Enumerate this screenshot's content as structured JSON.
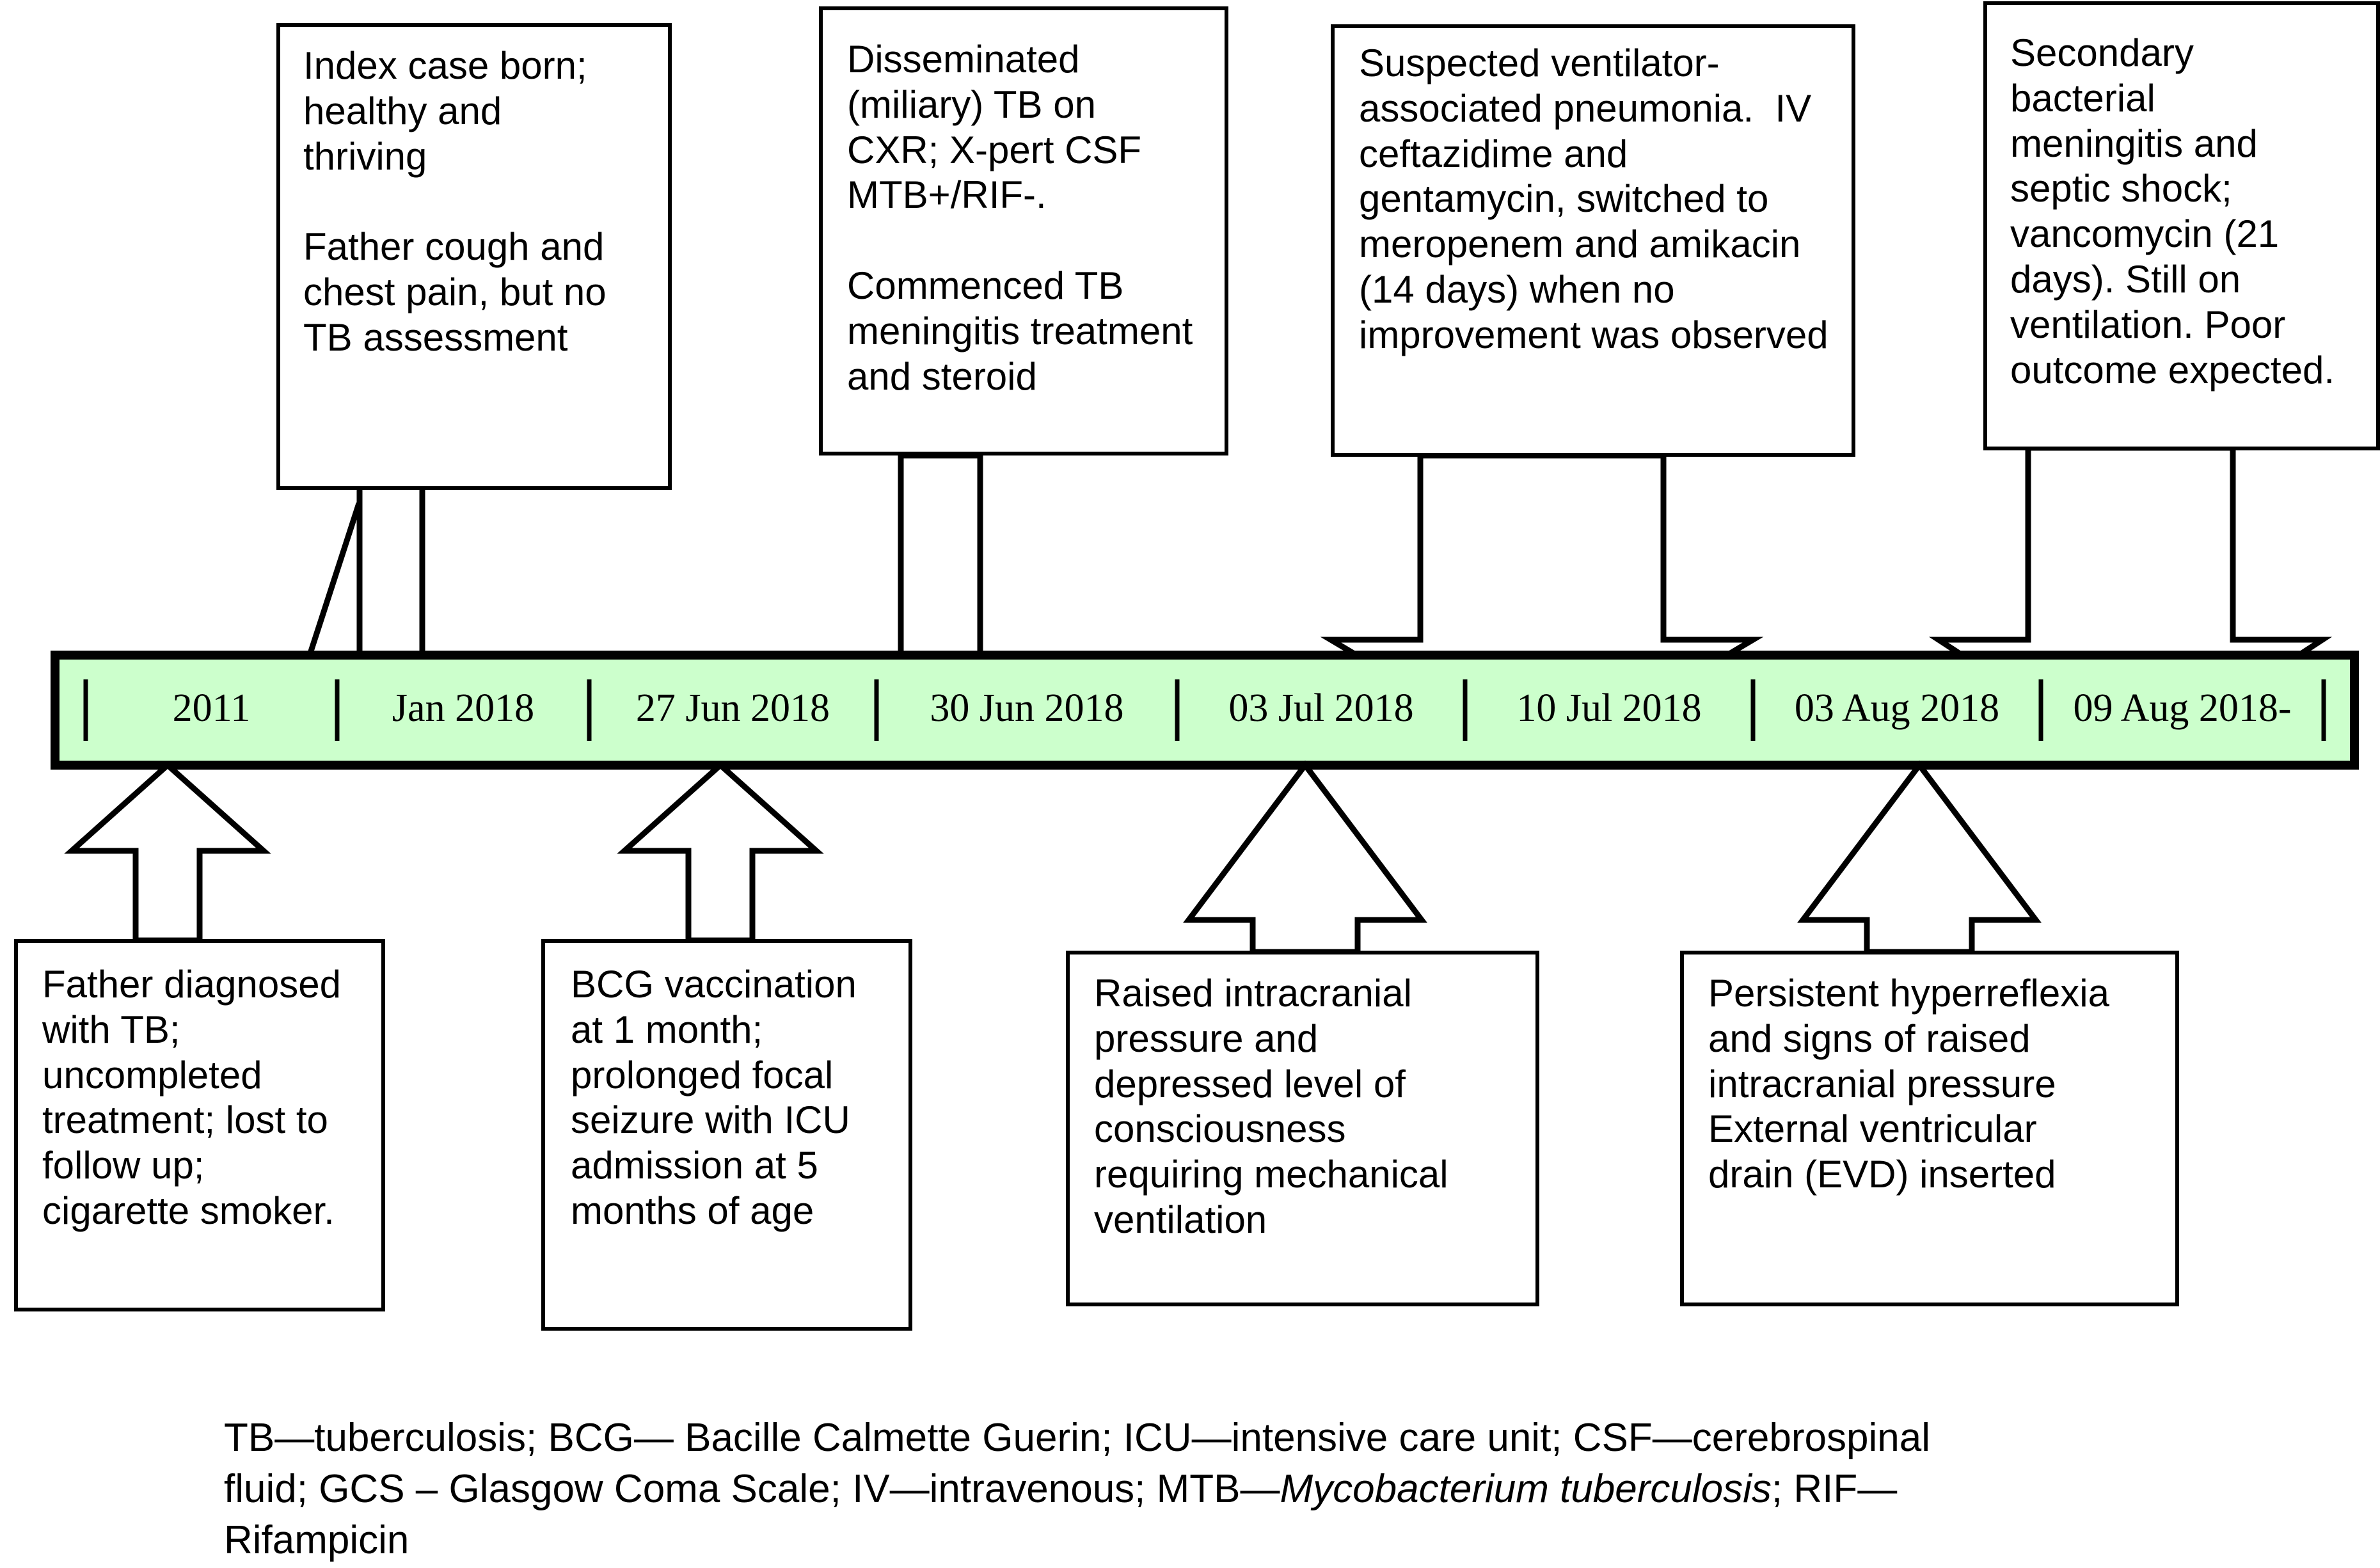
{
  "figure": {
    "type": "clinical-timeline",
    "timeline_fill_color": "#CCFFCC",
    "stroke_color": "#000000",
    "background_color": "#FFFFFF"
  },
  "timeline": {
    "segments": [
      {
        "label": "2011"
      },
      {
        "label": "Jan 2018"
      },
      {
        "label": "27 Jun 2018"
      },
      {
        "label": "30 Jun 2018"
      },
      {
        "label": "03 Jul 2018"
      },
      {
        "label": "10 Jul 2018"
      },
      {
        "label": "03 Aug 2018"
      },
      {
        "label": "09 Aug 2018-"
      }
    ]
  },
  "above_boxes": [
    {
      "id": "index-case-born",
      "text": "Index case born;\nhealthy and\nthriving\n\nFather cough and\nchest pain, but no\nTB assessment",
      "points_to": "Jan 2018"
    },
    {
      "id": "disseminated-tb",
      "text": "Disseminated\n(miliary) TB on\nCXR; X-pert CSF\nMTB+/RIF-.\n\nCommenced TB\nmeningitis treatment\nand steroid",
      "points_to": "30 Jun 2018"
    },
    {
      "id": "suspected-vap",
      "text": "Suspected ventilator-\nassociated pneumonia.  IV\nceftazidime and\ngentamycin, switched to\nmeropenem and amikacin\n(14 days) when no\nimprovement was observed",
      "points_to": "10 Jul 2018"
    },
    {
      "id": "secondary-bacterial-meningitis",
      "text": "Secondary\nbacterial\nmeningitis and\nseptic shock;\nvancomycin (21\ndays). Still on\nventilation. Poor\noutcome expected.",
      "points_to": "09 Aug 2018-"
    }
  ],
  "below_boxes": [
    {
      "id": "father-diagnosed-tb",
      "text": "Father diagnosed\nwith TB;\nuncompleted\ntreatment; lost to\nfollow up;\ncigarette smoker.",
      "points_to": "2011"
    },
    {
      "id": "bcg-vaccination",
      "text": "BCG vaccination\nat 1 month;\nprolonged focal\nseizure with ICU\nadmission at 5\nmonths of age",
      "points_to": "27 Jun 2018"
    },
    {
      "id": "raised-icp",
      "text": "Raised intracranial\npressure and\ndepressed level of\nconsciousness\nrequiring mechanical\nventilation",
      "points_to": "03 Jul 2018"
    },
    {
      "id": "persistent-hyperreflexia",
      "text": "Persistent hyperreflexia\nand signs of raised\nintracranial pressure\nExternal ventricular\ndrain (EVD) inserted",
      "points_to": "03 Aug 2018"
    }
  ],
  "footer": {
    "line1": "TB—tuberculosis; BCG— Bacille Calmette Guerin; ICU—intensive care unit; CSF—cerebrospinal",
    "line2_before": "fluid; GCS – Glasgow Coma Scale; IV—intravenous; MTB—",
    "line2_italic": "Mycobacterium tuberculosis",
    "line2_after": "; RIF—",
    "line3": "Rifampicin"
  }
}
